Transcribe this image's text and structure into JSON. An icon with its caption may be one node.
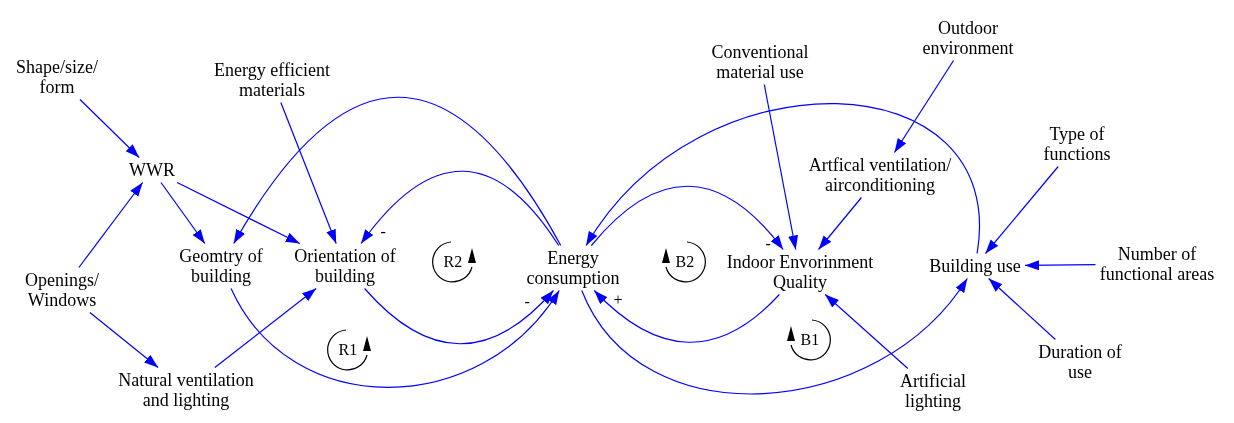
{
  "diagram": {
    "nodes": [
      {
        "text": [
          "Shape/size/ form"
        ]
      },
      {
        "text": [
          "Energy efficient materials"
        ]
      },
      {
        "text": [
          "Outdoor environment"
        ]
      },
      {
        "text": [
          "Conventional material use"
        ]
      },
      {
        "text": [
          "WWR"
        ]
      },
      {
        "text": [
          "Artfical ventilation/ airconditioning"
        ]
      },
      {
        "text": [
          "Type of functions"
        ]
      },
      {
        "text": [
          "Geomtry of building"
        ]
      },
      {
        "text": [
          "Orientation of building"
        ]
      },
      {
        "text": [
          "Energy consumption"
        ]
      },
      {
        "text": [
          "Indoor Envorinment Quality"
        ]
      },
      {
        "text": [
          "Building use"
        ]
      },
      {
        "text": [
          "Number of functional areas"
        ]
      },
      {
        "text": [
          "Openings/ Windows"
        ]
      },
      {
        "text": [
          "Duration of use"
        ]
      },
      {
        "text": [
          "Natural ventilation and lighting"
        ]
      },
      {
        "text": [
          "Artificial lighting"
        ]
      }
    ],
    "edges": [
      {
        "from": 0,
        "to": 4,
        "arrow": "to"
      },
      {
        "from": 13,
        "to": 4,
        "arrow": "to"
      },
      {
        "from": 13,
        "to": 15,
        "arrow": "to"
      },
      {
        "from": 4,
        "to": 7,
        "arrow": "to"
      },
      {
        "from": 4,
        "to": 8,
        "arrow": "to"
      },
      {
        "from": 1,
        "to": 8,
        "arrow": "to"
      },
      {
        "from": 15,
        "to": 8,
        "arrow": "to"
      },
      {
        "from": 9,
        "to": 7,
        "arrow": "to"
      },
      {
        "from": 9,
        "to": 8,
        "arrow": "to"
      },
      {
        "from": 8,
        "to": 9,
        "arrow": "to"
      },
      {
        "from": 7,
        "to": 9,
        "arrow": "to"
      },
      {
        "from": 9,
        "to": 10,
        "arrow": "to"
      },
      {
        "from": 10,
        "to": 9,
        "arrow": "to"
      },
      {
        "from": 11,
        "to": 9,
        "arrow": "to"
      },
      {
        "from": 9,
        "to": 11,
        "arrow": "to"
      },
      {
        "from": 3,
        "to": 10,
        "arrow": "to"
      },
      {
        "from": 5,
        "to": 10,
        "arrow": "to"
      },
      {
        "from": 2,
        "to": 5,
        "arrow": "to"
      },
      {
        "from": 16,
        "to": 10,
        "arrow": "to"
      },
      {
        "from": 6,
        "to": 11,
        "arrow": "to"
      },
      {
        "from": 12,
        "to": 11,
        "arrow": "to"
      },
      {
        "from": 14,
        "to": 11,
        "arrow": "to"
      }
    ],
    "labels": [
      "-",
      "-",
      "R2",
      "B2",
      "-",
      "+",
      "B1",
      "R1"
    ]
  }
}
